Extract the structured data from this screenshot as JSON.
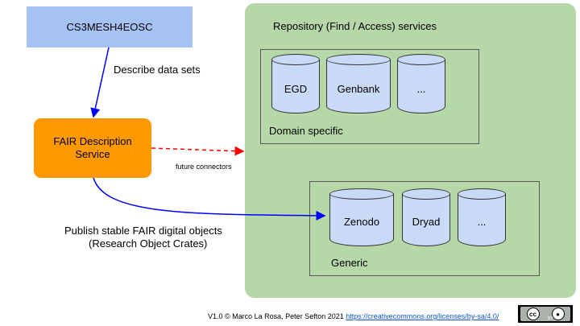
{
  "source_box": {
    "label": "CS3MESH4EOSC"
  },
  "service_box": {
    "line1": "FAIR Description",
    "line2": "Service"
  },
  "edge_labels": {
    "describe": "Describe data sets",
    "future": "future connectors",
    "publish_line1": "Publish stable FAIR digital objects",
    "publish_line2": "(Research Object Crates)"
  },
  "repository": {
    "title": "Repository (Find / Access) services",
    "domain_group": {
      "label": "Domain specific",
      "items": [
        "EGD",
        "Genbank",
        "..."
      ]
    },
    "generic_group": {
      "label": "Generic",
      "items": [
        "Zenodo",
        "Dryad",
        "..."
      ]
    }
  },
  "footer": {
    "credit": "V1.0 © Marco La Rosa, Peter Sefton 2021",
    "license_link": "https://creativecommons.org/licenses/by-sa/4.0/"
  },
  "license_badge": {
    "icons": [
      "cc-icon",
      "by-icon"
    ],
    "by_text": "BY"
  },
  "colors": {
    "source_fill": "#a4c2f4",
    "service_fill": "#ff9900",
    "repo_fill": "#b6d7a8",
    "cylinder_fill": "#c9daf8",
    "arrow_blue": "#0000ff",
    "arrow_red": "#ff0000"
  }
}
